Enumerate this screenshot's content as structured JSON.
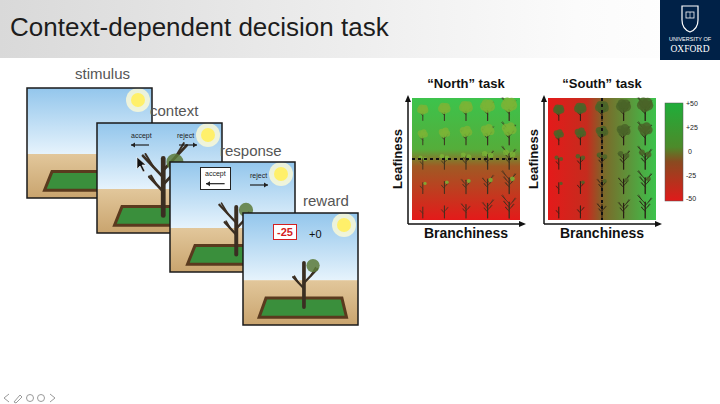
{
  "diagram": {
    "title": "Context-dependent decision task",
    "nodes": [
      {
        "text": [
          "stimulus"
        ]
      },
      {
        "text": [
          "context",
          "accept",
          "reject"
        ]
      },
      {
        "text": [
          "response",
          "reject"
        ]
      },
      {
        "text": [
          "accept"
        ],
        "in": 2
      },
      {
        "text": [
          "reward",
          "+0"
        ]
      },
      {
        "text": [
          "-25"
        ],
        "in": 4
      },
      {
        "text": [
          "“North” task",
          "Leafiness",
          "Branchiness"
        ]
      },
      {
        "text": [
          "“South” task",
          "Leafiness",
          "Branchiness"
        ]
      },
      {
        "text": [
          "UNIVERSITY OF",
          "OXFORD"
        ]
      }
    ],
    "labels": [
      "+50",
      "+25",
      "0",
      "-25",
      "-50"
    ]
  }
}
